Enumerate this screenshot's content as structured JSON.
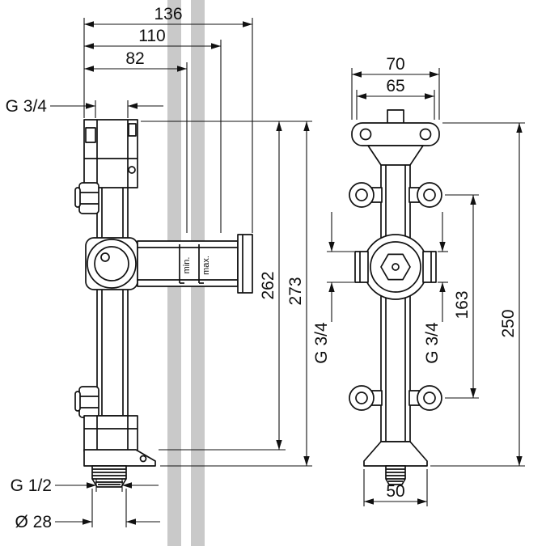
{
  "drawing": {
    "kind": "installation-dimension-diagram",
    "side_view": {
      "dim_width_overall": "136",
      "dim_width_mid": "110",
      "dim_width_wall": "82",
      "label_thread_top": "G 3/4",
      "dim_height_body": "262",
      "dim_height_overall": "273",
      "label_thread_bottom": "G 1/2",
      "label_diameter_bottom": "Ø 28",
      "label_depth_min": "min.",
      "label_depth_max": "max."
    },
    "front_view": {
      "dim_width_bracket_outer": "70",
      "dim_width_bracket_inner": "65",
      "label_thread_port_left": "G 3/4",
      "label_thread_port_right": "G 3/4",
      "dim_hole_spacing": "163",
      "dim_height_mounting": "250",
      "dim_width_foot": "50"
    },
    "colors": {
      "line": "#111111",
      "wall_band": "#c9c9c9",
      "background": "#ffffff"
    }
  }
}
